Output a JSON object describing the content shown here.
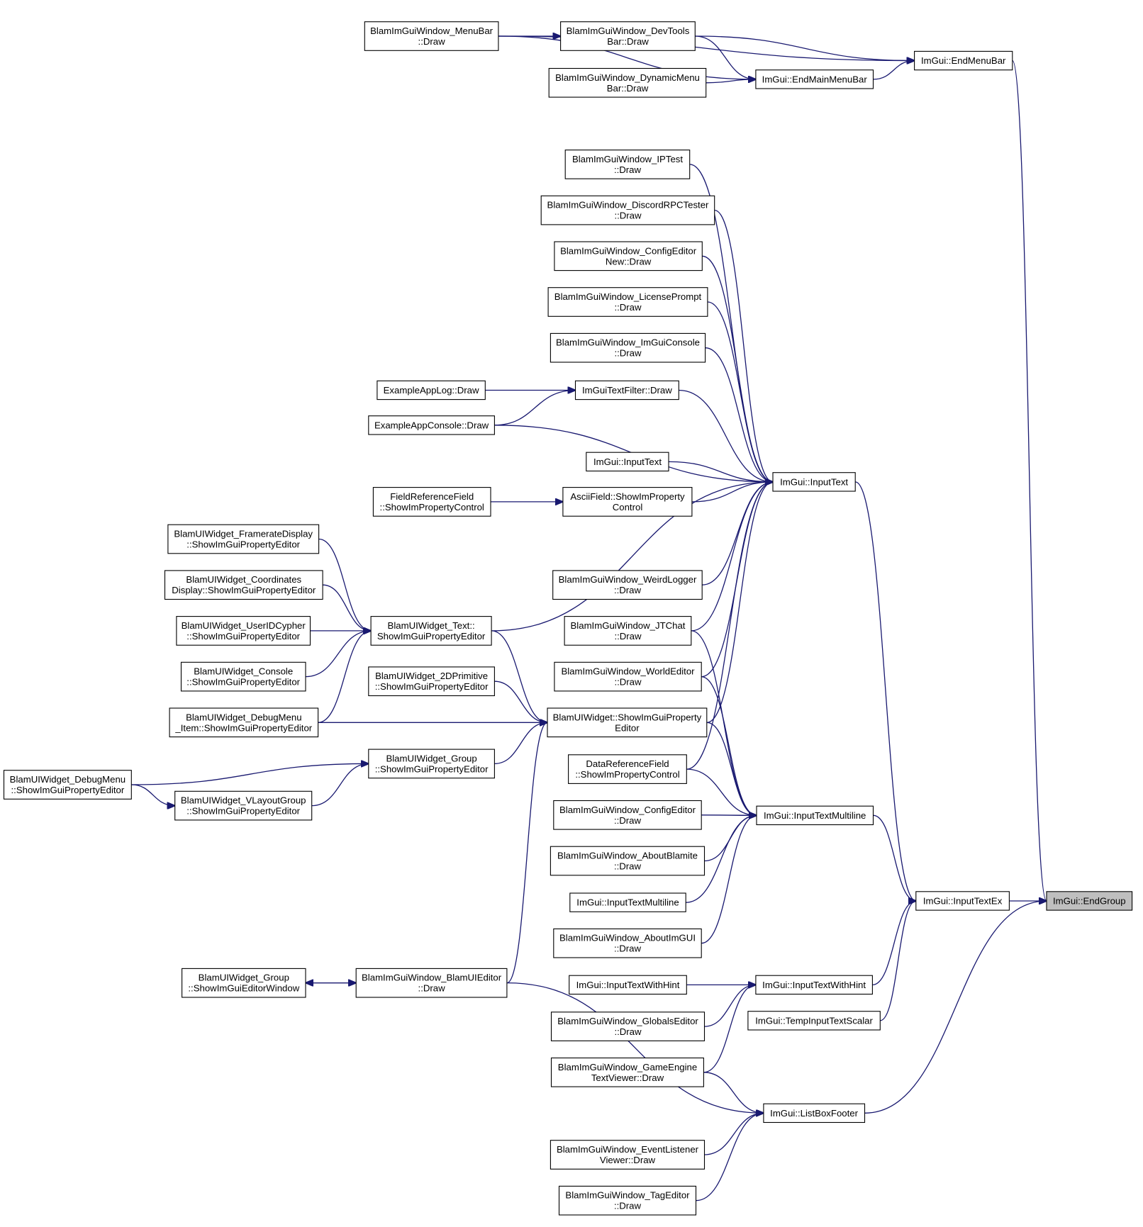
{
  "diagram": {
    "type": "call-graph",
    "current_node": "endgroup",
    "colors": {
      "edge": "#191970",
      "node_border": "#000000",
      "node_fill": "#ffffff",
      "current_node_fill": "#bfbfbf",
      "background": "#ffffff"
    },
    "nodes": {
      "endgroup": [
        "ImGui::EndGroup"
      ],
      "inputtextex": [
        "ImGui::InputTextEx"
      ],
      "endmenubar": [
        "ImGui::EndMenuBar"
      ],
      "endmainmenubar": [
        "ImGui::EndMainMenuBar"
      ],
      "menubar_draw": [
        "BlamImGuiWindow_MenuBar",
        "::Draw"
      ],
      "devtools_draw": [
        "BlamImGuiWindow_DevTools",
        "Bar::Draw"
      ],
      "dynamicmenu_draw": [
        "BlamImGuiWindow_DynamicMenu",
        "Bar::Draw"
      ],
      "inputtext": [
        "ImGui::InputText"
      ],
      "iptest_draw": [
        "BlamImGuiWindow_IPTest",
        "::Draw"
      ],
      "discord_draw": [
        "BlamImGuiWindow_DiscordRPCTester",
        "::Draw"
      ],
      "configeditornew_draw": [
        "BlamImGuiWindow_ConfigEditor",
        "New::Draw"
      ],
      "license_draw": [
        "BlamImGuiWindow_LicensePrompt",
        "::Draw"
      ],
      "imguiconsole_draw": [
        "BlamImGuiWindow_ImGuiConsole",
        "::Draw"
      ],
      "textfilter_draw": [
        "ImGuiTextFilter::Draw"
      ],
      "applog_draw": [
        "ExampleAppLog::Draw"
      ],
      "appconsole_draw": [
        "ExampleAppConsole::Draw"
      ],
      "imgui_inputtext2": [
        "ImGui::InputText"
      ],
      "asciifield": [
        "AsciiField::ShowImProperty",
        "Control"
      ],
      "fieldref": [
        "FieldReferenceField",
        "::ShowImPropertyControl"
      ],
      "framerate": [
        "BlamUIWidget_FramerateDisplay",
        "::ShowImGuiPropertyEditor"
      ],
      "coordinates": [
        "BlamUIWidget_Coordinates",
        "Display::ShowImGuiPropertyEditor"
      ],
      "useridcypher": [
        "BlamUIWidget_UserIDCypher",
        "::ShowImGuiPropertyEditor"
      ],
      "console_widget": [
        "BlamUIWidget_Console",
        "::ShowImGuiPropertyEditor"
      ],
      "debugmenu_item": [
        "BlamUIWidget_DebugMenu",
        "_Item::ShowImGuiPropertyEditor"
      ],
      "text_widget": [
        "BlamUIWidget_Text::",
        "ShowImGuiPropertyEditor"
      ],
      "primitive2d": [
        "BlamUIWidget_2DPrimitive",
        "::ShowImGuiPropertyEditor"
      ],
      "uiwidget_editor": [
        "BlamUIWidget::ShowImGuiProperty",
        "Editor"
      ],
      "group_widget": [
        "BlamUIWidget_Group",
        "::ShowImGuiPropertyEditor"
      ],
      "debugmenu_widget": [
        "BlamUIWidget_DebugMenu",
        "::ShowImGuiPropertyEditor"
      ],
      "vlayoutgroup": [
        "BlamUIWidget_VLayoutGroup",
        "::ShowImGuiPropertyEditor"
      ],
      "weirdlogger_draw": [
        "BlamImGuiWindow_WeirdLogger",
        "::Draw"
      ],
      "jtchat_draw": [
        "BlamImGuiWindow_JTChat",
        "::Draw"
      ],
      "worldeditor_draw": [
        "BlamImGuiWindow_WorldEditor",
        "::Draw"
      ],
      "dataref": [
        "DataReferenceField",
        "::ShowImPropertyControl"
      ],
      "inputtextmultiline": [
        "ImGui::InputTextMultiline"
      ],
      "configeditor_draw": [
        "BlamImGuiWindow_ConfigEditor",
        "::Draw"
      ],
      "aboutblamite_draw": [
        "BlamImGuiWindow_AboutBlamite",
        "::Draw"
      ],
      "imgui_inputtextmultiline2": [
        "ImGui::InputTextMultiline"
      ],
      "aboutimgui_draw": [
        "BlamImGuiWindow_AboutImGUI",
        "::Draw"
      ],
      "group_editorwindow": [
        "BlamUIWidget_Group",
        "::ShowImGuiEditorWindow"
      ],
      "blamuieditor_draw": [
        "BlamImGuiWindow_BlamUIEditor",
        "::Draw"
      ],
      "inputtextwithhint": [
        "ImGui::InputTextWithHint"
      ],
      "imgui_inputtextwithhint2": [
        "ImGui::InputTextWithHint"
      ],
      "tempinputtextscalar": [
        "ImGui::TempInputTextScalar"
      ],
      "globalseditor_draw": [
        "BlamImGuiWindow_GlobalsEditor",
        "::Draw"
      ],
      "gameenginetext_draw": [
        "BlamImGuiWindow_GameEngine",
        "TextViewer::Draw"
      ],
      "listboxfooter": [
        "ImGui::ListBoxFooter"
      ],
      "eventlistener_draw": [
        "BlamImGuiWindow_EventListener",
        "Viewer::Draw"
      ],
      "tageditor_draw": [
        "BlamImGuiWindow_TagEditor",
        "::Draw"
      ]
    },
    "edges": [
      [
        "inputtextex",
        "endgroup"
      ],
      [
        "endmenubar",
        "endgroup"
      ],
      [
        "listboxfooter",
        "endgroup"
      ],
      [
        "menubar_draw",
        "endmenubar"
      ],
      [
        "devtools_draw",
        "endmenubar"
      ],
      [
        "endmainmenubar",
        "endmenubar"
      ],
      [
        "menubar_draw",
        "devtools_draw"
      ],
      [
        "devtools_draw",
        "endmainmenubar"
      ],
      [
        "dynamicmenu_draw",
        "endmainmenubar"
      ],
      [
        "menubar_draw",
        "endmainmenubar"
      ],
      [
        "inputtext",
        "inputtextex"
      ],
      [
        "inputtextmultiline",
        "inputtextex"
      ],
      [
        "inputtextwithhint",
        "inputtextex"
      ],
      [
        "tempinputtextscalar",
        "inputtextex"
      ],
      [
        "iptest_draw",
        "inputtext"
      ],
      [
        "discord_draw",
        "inputtext"
      ],
      [
        "configeditornew_draw",
        "inputtext"
      ],
      [
        "license_draw",
        "inputtext"
      ],
      [
        "imguiconsole_draw",
        "inputtext"
      ],
      [
        "textfilter_draw",
        "inputtext"
      ],
      [
        "appconsole_draw",
        "inputtext"
      ],
      [
        "imgui_inputtext2",
        "inputtext"
      ],
      [
        "asciifield",
        "inputtext"
      ],
      [
        "text_widget",
        "inputtext"
      ],
      [
        "weirdlogger_draw",
        "inputtext"
      ],
      [
        "jtchat_draw",
        "inputtext"
      ],
      [
        "worldeditor_draw",
        "inputtext"
      ],
      [
        "uiwidget_editor",
        "inputtext"
      ],
      [
        "dataref",
        "inputtext"
      ],
      [
        "applog_draw",
        "textfilter_draw"
      ],
      [
        "appconsole_draw",
        "textfilter_draw"
      ],
      [
        "fieldref",
        "asciifield"
      ],
      [
        "framerate",
        "text_widget"
      ],
      [
        "coordinates",
        "text_widget"
      ],
      [
        "useridcypher",
        "text_widget"
      ],
      [
        "console_widget",
        "text_widget"
      ],
      [
        "debugmenu_item",
        "text_widget"
      ],
      [
        "text_widget",
        "uiwidget_editor"
      ],
      [
        "primitive2d",
        "uiwidget_editor"
      ],
      [
        "debugmenu_item",
        "uiwidget_editor"
      ],
      [
        "group_widget",
        "uiwidget_editor"
      ],
      [
        "blamuieditor_draw",
        "uiwidget_editor"
      ],
      [
        "debugmenu_widget",
        "group_widget"
      ],
      [
        "vlayoutgroup",
        "group_widget"
      ],
      [
        "debugmenu_widget",
        "vlayoutgroup"
      ],
      [
        "jtchat_draw",
        "inputtextmultiline"
      ],
      [
        "worldeditor_draw",
        "inputtextmultiline"
      ],
      [
        "uiwidget_editor",
        "inputtextmultiline"
      ],
      [
        "dataref",
        "inputtextmultiline"
      ],
      [
        "configeditor_draw",
        "inputtextmultiline"
      ],
      [
        "aboutblamite_draw",
        "inputtextmultiline"
      ],
      [
        "imgui_inputtextmultiline2",
        "inputtextmultiline"
      ],
      [
        "aboutimgui_draw",
        "inputtextmultiline"
      ],
      [
        "group_editorwindow",
        "blamuieditor_draw"
      ],
      [
        "blamuieditor_draw",
        "group_editorwindow"
      ],
      [
        "imgui_inputtextwithhint2",
        "inputtextwithhint"
      ],
      [
        "globalseditor_draw",
        "inputtextwithhint"
      ],
      [
        "gameenginetext_draw",
        "inputtextwithhint"
      ],
      [
        "gameenginetext_draw",
        "listboxfooter"
      ],
      [
        "blamuieditor_draw",
        "listboxfooter"
      ],
      [
        "eventlistener_draw",
        "listboxfooter"
      ],
      [
        "tageditor_draw",
        "listboxfooter"
      ]
    ]
  }
}
